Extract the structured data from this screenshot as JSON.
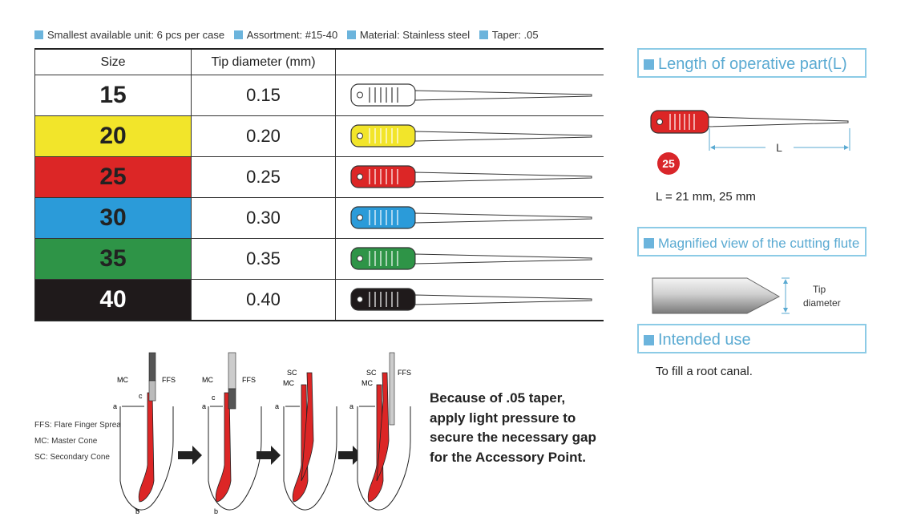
{
  "specs": [
    "Smallest available unit: 6 pcs per case",
    "Assortment: #15-40",
    "Material: Stainless steel",
    "Taper: .05"
  ],
  "table": {
    "headers": [
      "Size",
      "Tip diameter (mm)",
      ""
    ],
    "rows": [
      {
        "size": "15",
        "tip": "0.15",
        "color": "#ffffff",
        "text_color": "#222222"
      },
      {
        "size": "20",
        "tip": "0.20",
        "color": "#f2e52a",
        "text_color": "#222222"
      },
      {
        "size": "25",
        "tip": "0.25",
        "color": "#dc2626",
        "text_color": "#222222"
      },
      {
        "size": "30",
        "tip": "0.30",
        "color": "#2b9bd9",
        "text_color": "#222222"
      },
      {
        "size": "35",
        "tip": "0.35",
        "color": "#2e9447",
        "text_color": "#222222"
      },
      {
        "size": "40",
        "tip": "0.40",
        "color": "#1f1a1b",
        "text_color": "#ffffff"
      }
    ]
  },
  "operative": {
    "title": "Length of operative part(L)",
    "badge": "25",
    "l_label": "L",
    "length_text": "L = 21 mm, 25 mm"
  },
  "flute": {
    "title": "Magnified view of the cutting flute",
    "tip_label_1": "Tip",
    "tip_label_2": "diameter"
  },
  "use": {
    "title": "Intended use",
    "text": "To fill a root canal."
  },
  "legend": [
    "FFS: Flare Finger Spreaders",
    "MC: Master Cone",
    "SC: Secondary Cone"
  ],
  "diagram_labels": {
    "mc": "MC",
    "ffs": "FFS",
    "sc": "SC",
    "a": "a",
    "b": "b",
    "c": "c"
  },
  "note": [
    "Because of .05 taper,",
    "apply light pressure to",
    "secure the necessary gap",
    "for the Accessory Point."
  ]
}
